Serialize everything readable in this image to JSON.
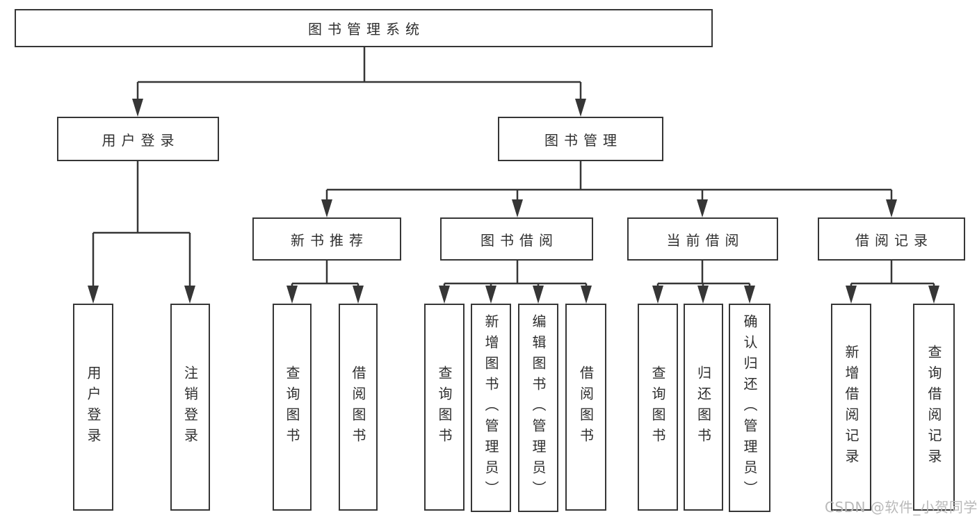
{
  "tree": {
    "label": "图书管理系统",
    "children": [
      {
        "label": "用户登录",
        "children": [
          {
            "label": "用户登录"
          },
          {
            "label": "注销登录"
          }
        ]
      },
      {
        "label": "图书管理",
        "children": [
          {
            "label": "新书推荐",
            "children": [
              {
                "label": "查询图书"
              },
              {
                "label": "借阅图书"
              }
            ]
          },
          {
            "label": "图书借阅",
            "children": [
              {
                "label": "查询图书"
              },
              {
                "label": "新增图书（管理员）"
              },
              {
                "label": "编辑图书（管理员）"
              },
              {
                "label": "借阅图书"
              }
            ]
          },
          {
            "label": "当前借阅",
            "children": [
              {
                "label": "查询图书"
              },
              {
                "label": "归还图书"
              },
              {
                "label": "确认归还（管理员）"
              }
            ]
          },
          {
            "label": "借阅记录",
            "children": [
              {
                "label": "新增借阅记录"
              },
              {
                "label": "查询借阅记录"
              }
            ]
          }
        ]
      }
    ]
  },
  "watermark": {
    "text": "CSDN @软件_小贺同学"
  },
  "colors": {
    "line": "#363636",
    "box_border": "#363636",
    "box_fill": "#ffffff",
    "text": "#2f2f2f",
    "watermark": "#b9b9b9",
    "background": "#ffffff"
  }
}
